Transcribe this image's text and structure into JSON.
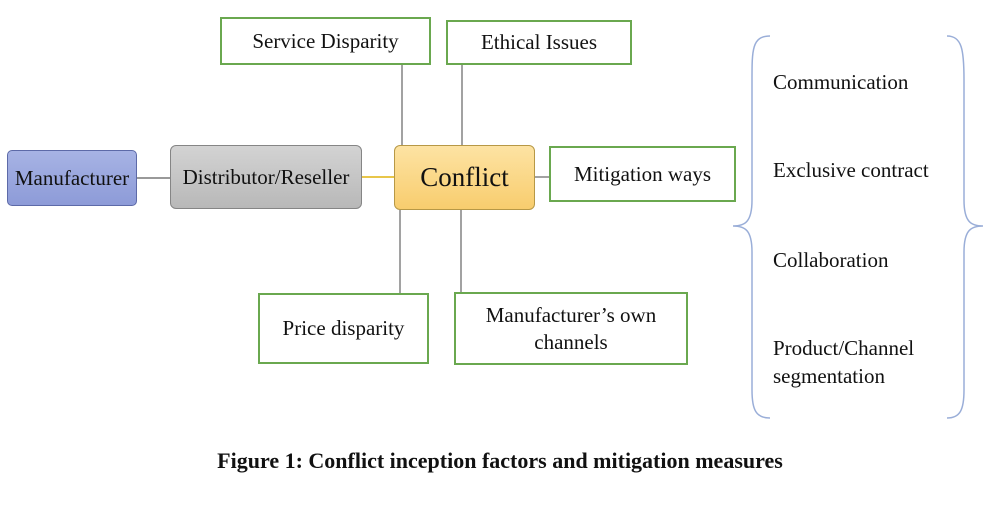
{
  "nodes": {
    "manufacturer": "Manufacturer",
    "distributor": "Distributor/Reseller",
    "conflict": "Conflict",
    "service_disparity": "Service Disparity",
    "ethical_issues": "Ethical Issues",
    "mitigation_ways": "Mitigation ways",
    "price_disparity": "Price disparity",
    "own_channels": "Manufacturer’s own channels"
  },
  "mitigation_measures": [
    "Communication",
    "Exclusive contract",
    "Collaboration",
    "Product/Channel segmentation"
  ],
  "caption": "Figure 1: Conflict inception factors and mitigation measures",
  "colors": {
    "box_border": "#6aa84f",
    "manufacturer_fill": "#8d9bd8",
    "distributor_fill": "#b8b8b8",
    "conflict_fill": "#f8cd6e",
    "brace": "#9aaed8"
  }
}
